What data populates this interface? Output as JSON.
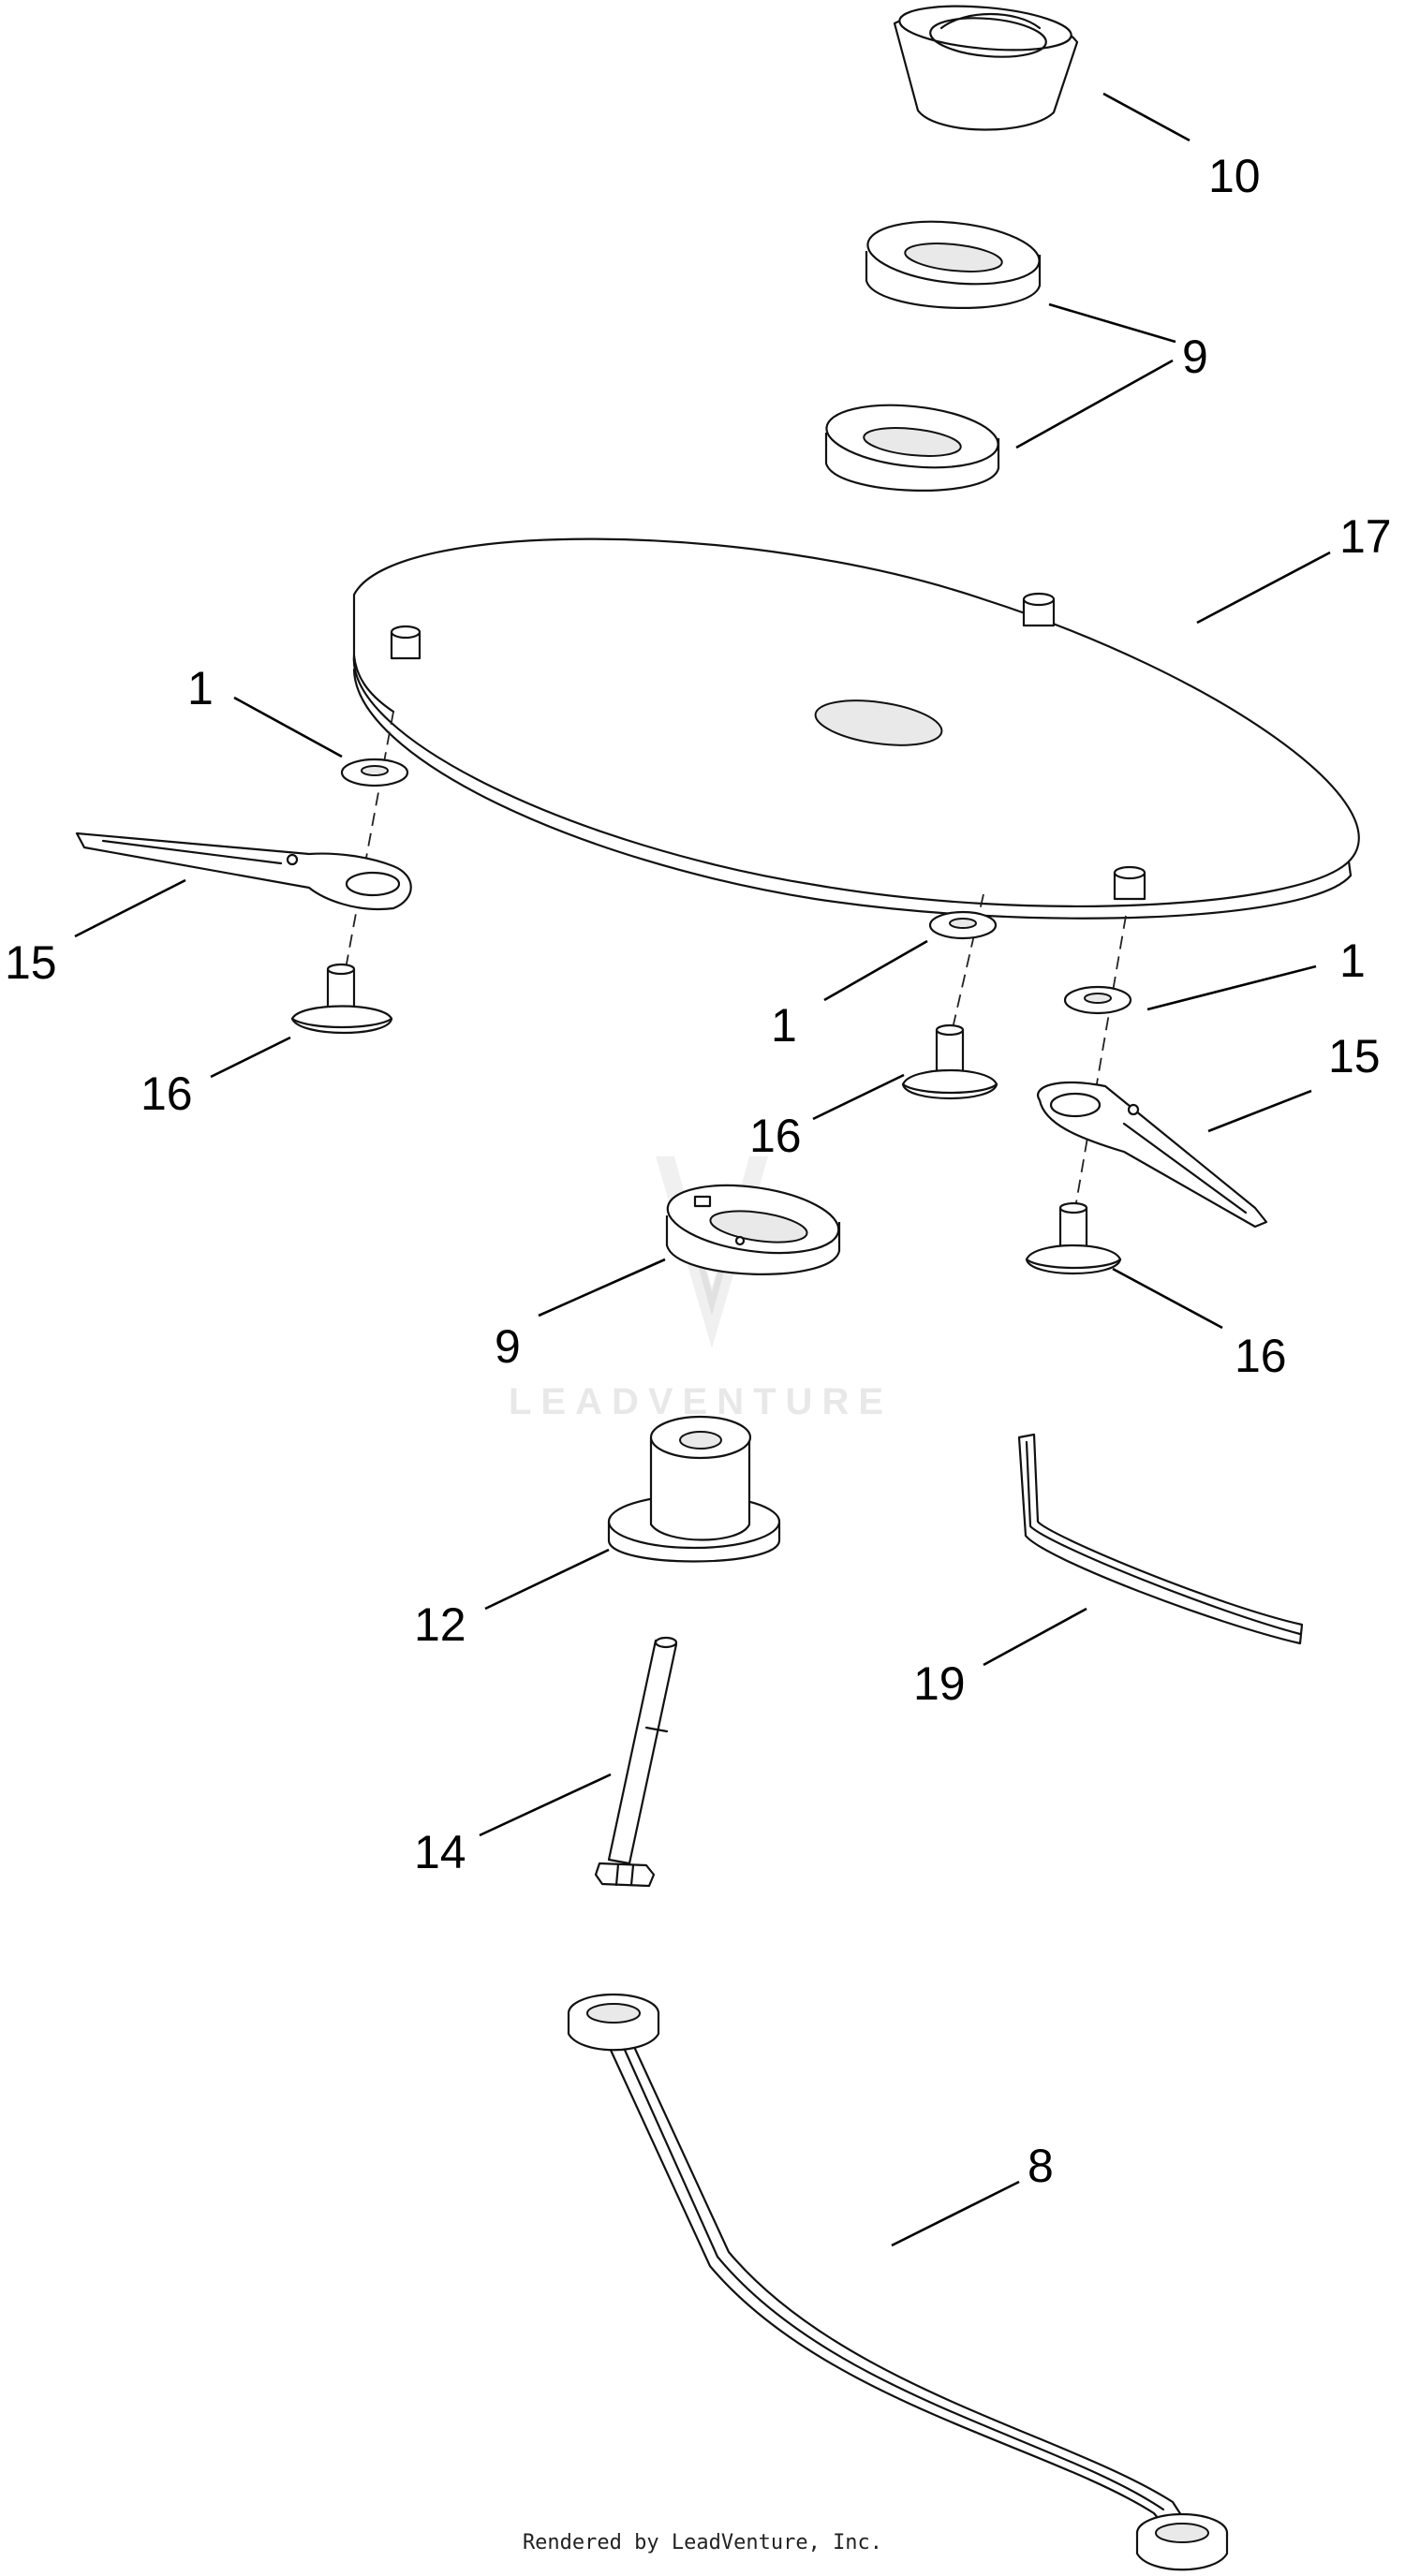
{
  "callouts": {
    "c10": "10",
    "c9_top": "9",
    "c17": "17",
    "c1_left": "1",
    "c15_left": "15",
    "c16_left": "16",
    "c1_mid": "1",
    "c1_right": "1",
    "c15_right": "15",
    "c16_mid": "16",
    "c9_bottom": "9",
    "c16_right": "16",
    "c12": "12",
    "c19": "19",
    "c14": "14",
    "c8": "8"
  },
  "watermark": "LEADVENTURE",
  "footer": "Rendered by LeadVenture, Inc."
}
